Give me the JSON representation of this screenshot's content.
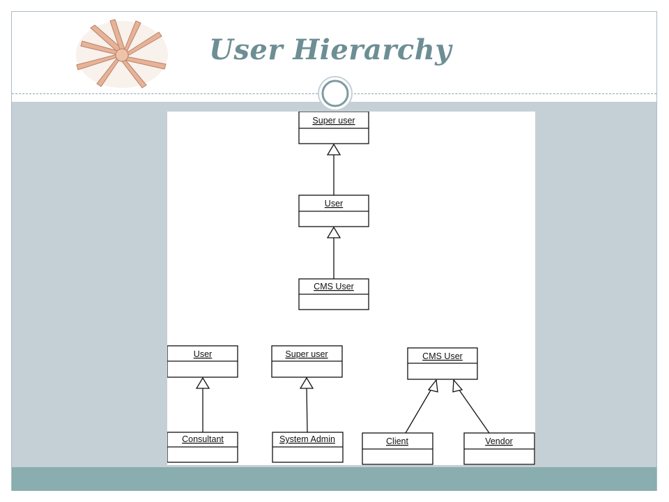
{
  "slide": {
    "title": "User Hierarchy"
  },
  "icons": {
    "logo": "joined-hands-logo",
    "ring": "circle-ring-ornament"
  },
  "colors": {
    "title": "#6d8e94",
    "band": "#c5d0d6",
    "footer": "#8aadaf"
  },
  "diagram": {
    "top_chain": [
      "Super user",
      "User",
      "CMS User"
    ],
    "bottom_left": {
      "parent": "User",
      "child": "Consultant"
    },
    "bottom_middle": {
      "parent": "Super user",
      "child": "System Admin"
    },
    "bottom_right": {
      "parent": "CMS User",
      "children": [
        "Client",
        "Vendor"
      ]
    }
  }
}
